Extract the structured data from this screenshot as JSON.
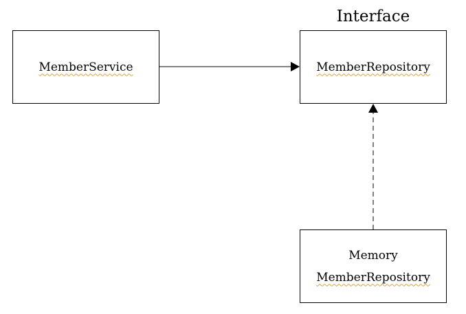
{
  "diagram": {
    "stereotype_label": "Interface",
    "boxes": {
      "service": {
        "label": "MemberService"
      },
      "repository": {
        "label": "MemberRepository"
      },
      "memory_repository": {
        "line1": "Memory",
        "line2": "MemberRepository"
      }
    },
    "edges": [
      {
        "from": "MemberService",
        "to": "MemberRepository",
        "style": "solid",
        "meaning": "association"
      },
      {
        "from": "Memory MemberRepository",
        "to": "MemberRepository",
        "style": "dashed",
        "meaning": "implementation"
      }
    ]
  },
  "colors": {
    "line": "#000000",
    "spellcheck_underline": "#d9a23a"
  }
}
